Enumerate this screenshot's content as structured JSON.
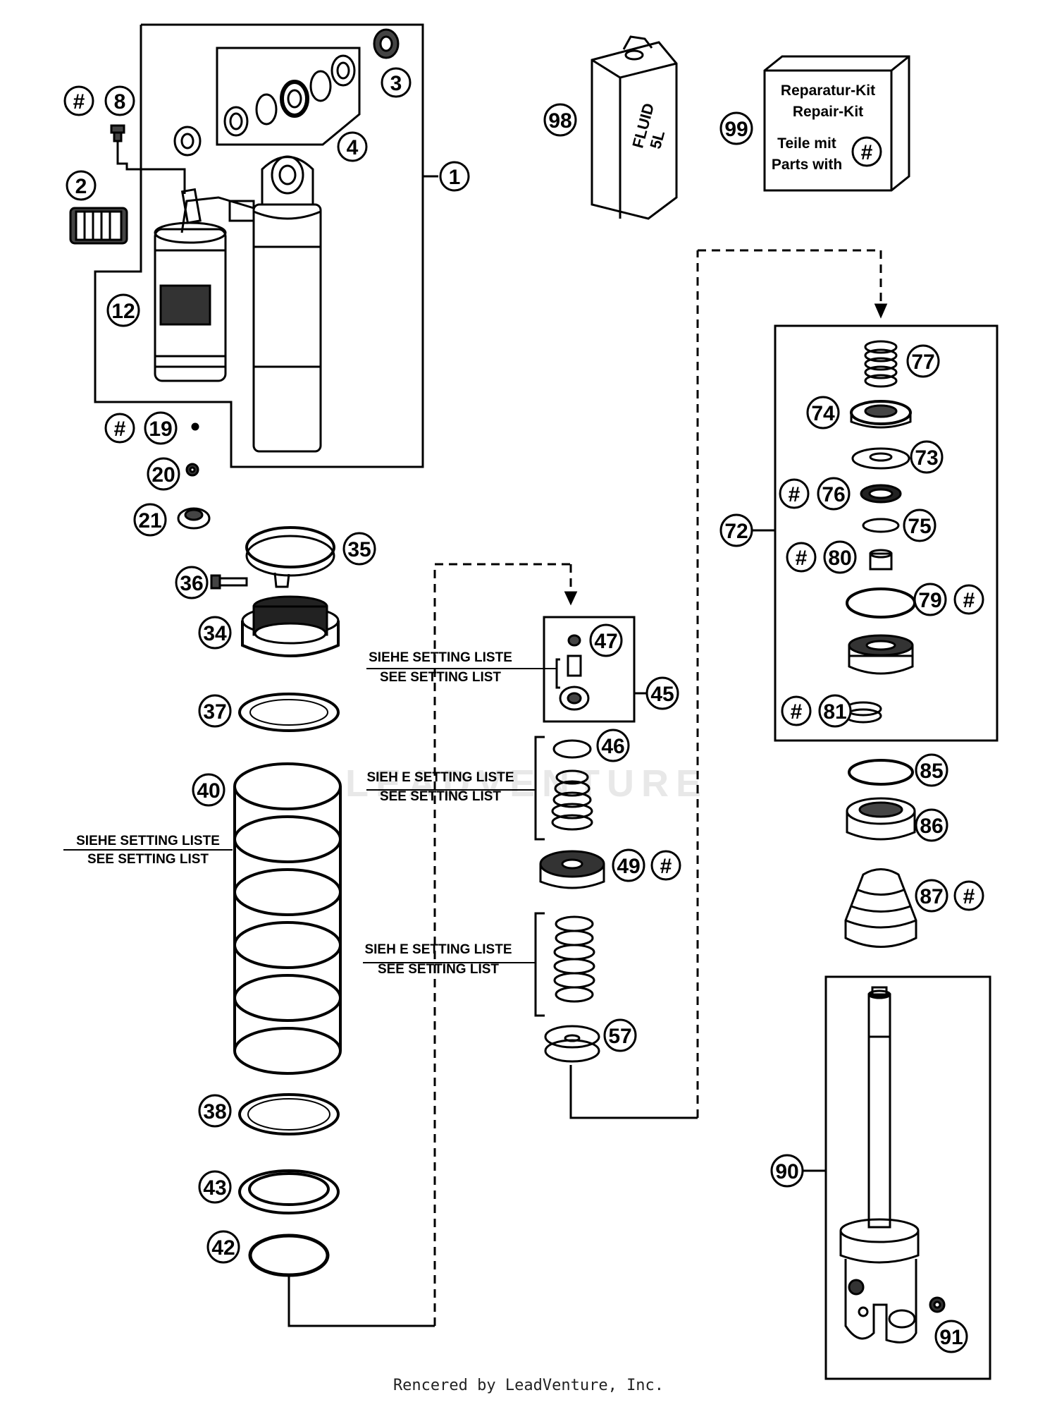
{
  "hash": "#",
  "callouts": {
    "c1": "1",
    "c2": "2",
    "c3": "3",
    "c4": "4",
    "c8": "8",
    "c12": "12",
    "c19": "19",
    "c20": "20",
    "c21": "21",
    "c34": "34",
    "c35": "35",
    "c36": "36",
    "c37": "37",
    "c38": "38",
    "c40": "40",
    "c42": "42",
    "c43": "43",
    "c45": "45",
    "c46": "46",
    "c47": "47",
    "c49": "49",
    "c57": "57",
    "c72": "72",
    "c73": "73",
    "c74": "74",
    "c75": "75",
    "c76": "76",
    "c77": "77",
    "c79": "79",
    "c80": "80",
    "c81": "81",
    "c85": "85",
    "c86": "86",
    "c87": "87",
    "c90": "90",
    "c91": "91",
    "c98": "98",
    "c99": "99"
  },
  "setting_labels": {
    "de": "SIEHE SETTING LISTE",
    "en": "SEE SETTING LIST",
    "de_spaced": "SIEH E SETTING LISTE"
  },
  "fluid_can": {
    "line1": "FLUID",
    "line2": "5L"
  },
  "kit": {
    "line1": "Reparatur-Kit",
    "line2": "Repair-Kit",
    "line3": "Teile mit",
    "line4": "Parts with"
  },
  "watermark": "LEADVENTURE",
  "footer": "Rencered by LeadVenture, Inc."
}
